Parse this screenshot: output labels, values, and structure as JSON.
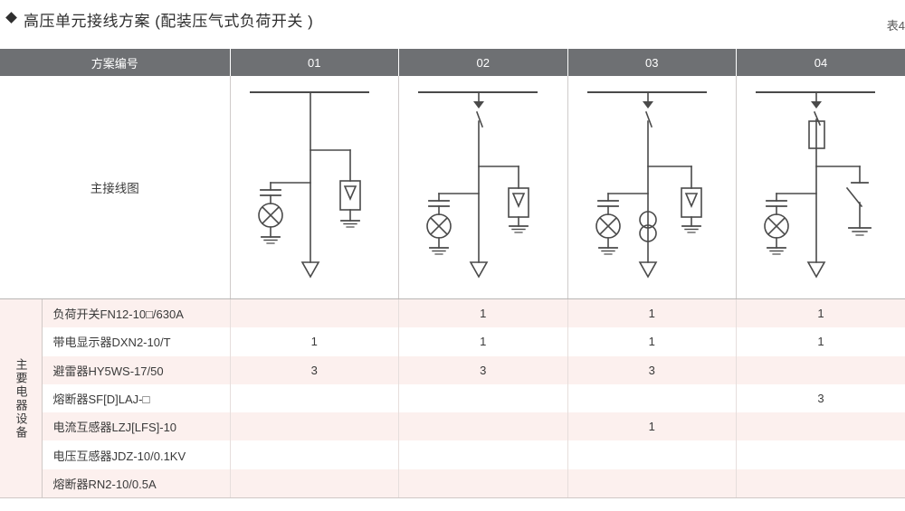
{
  "title": {
    "bullet": "◆",
    "heading": "高压单元接线方案 (配装压气式负荷开关 )",
    "table_number": "表4"
  },
  "table": {
    "header": {
      "scheme_label": "方案编号",
      "schemes": [
        "01",
        "02",
        "03",
        "04"
      ]
    },
    "diagram_row_title": "主接线图",
    "group_label": "主要电器设备",
    "rows": [
      {
        "name": "负荷开关FN12-10□/630A",
        "values": [
          "",
          "1",
          "1",
          "1"
        ]
      },
      {
        "name": "带电显示器DXN2-10/T",
        "values": [
          "1",
          "1",
          "1",
          "1"
        ]
      },
      {
        "name": "避雷器HY5WS-17/50",
        "values": [
          "3",
          "3",
          "3",
          ""
        ]
      },
      {
        "name": "熔断器SF[D]LAJ-□",
        "values": [
          "",
          "",
          "",
          "3"
        ]
      },
      {
        "name": "电流互感器LZJ[LFS]-10",
        "values": [
          "",
          "",
          "1",
          ""
        ]
      },
      {
        "name": "电压互感器JDZ-10/0.1KV",
        "values": [
          "",
          "",
          "",
          ""
        ]
      },
      {
        "name": "熔断器RN2-10/0.5A",
        "values": [
          "",
          "",
          "",
          ""
        ]
      }
    ]
  },
  "diagrams": [
    {
      "scheme": "01",
      "symbols": [
        "busbar",
        "main-line",
        "voltage-indicator-capacitor",
        "indicator-lamp",
        "ground",
        "surge-arrester",
        "cable-terminal-arrow"
      ]
    },
    {
      "scheme": "02",
      "symbols": [
        "busbar",
        "load-switch",
        "main-line",
        "voltage-indicator-capacitor",
        "indicator-lamp",
        "ground",
        "surge-arrester",
        "cable-terminal-arrow"
      ]
    },
    {
      "scheme": "03",
      "symbols": [
        "busbar",
        "load-switch",
        "main-line",
        "voltage-indicator-capacitor",
        "indicator-lamp",
        "ground",
        "current-transformer",
        "surge-arrester",
        "cable-terminal-arrow"
      ]
    },
    {
      "scheme": "04",
      "symbols": [
        "busbar",
        "load-switch",
        "fuse",
        "main-line",
        "voltage-indicator-capacitor",
        "indicator-lamp",
        "ground",
        "earthing-switch",
        "cable-terminal-arrow"
      ]
    }
  ],
  "colors": {
    "header_bg": "#6e7073",
    "row_stripe": "#fcf0ee",
    "line": "#4a4a4a",
    "text": "#3a3a3a"
  }
}
